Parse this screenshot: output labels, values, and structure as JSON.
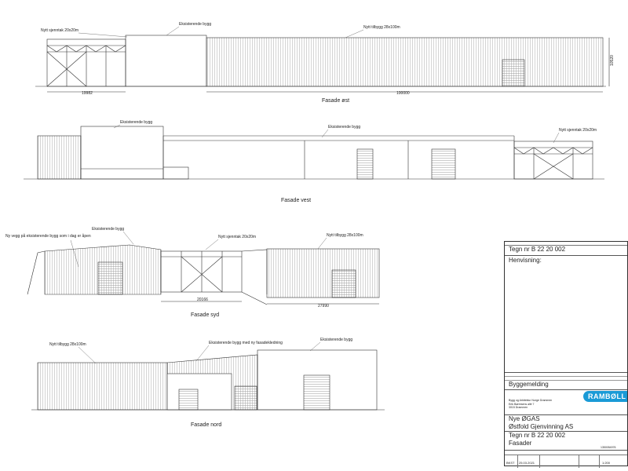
{
  "colors": {
    "line": "#333333",
    "hatch": "#9a9a9a",
    "logo_blue": "#1a9ad6"
  },
  "elevations": {
    "east": {
      "title": "Fasade øst",
      "label_roof": "Nytt sjenntak 20x20m",
      "label_existing": "Eksisterende bygg",
      "label_new": "Nytt tilbygg 28x100m",
      "dim_left": "19982",
      "dim_main": "100000",
      "dim_height": "10520"
    },
    "west": {
      "title": "Fasade vest",
      "label_existing_1": "Eksisterende bygg",
      "label_existing_2": "Eksisterende bygg",
      "label_roof": "Nytt sjenntak 20x20m"
    },
    "south": {
      "title": "Fasade syd",
      "label_wall": "Ny vegg på eksisterende bygg som i dag er åpen",
      "label_existing": "Eksisterende bygg",
      "label_roof": "Nytt sjenntak 20x20m",
      "label_new": "Nytt tilbygg 28x100m",
      "dim_1": "20166",
      "dim_2": "27990"
    },
    "north": {
      "title": "Fasade nord",
      "label_new": "Nytt tilbygg 28x100m",
      "label_cladding": "Eksisterende bygg med ny fasadekledning",
      "label_existing": "Eksisterende bygg"
    }
  },
  "title_block": {
    "drawing_no_top": "Tegn nr B 22 20 002",
    "reference_label": "Henvisning:",
    "status": "Byggemelding",
    "logo": "RAMBØLL",
    "company_lines": [
      "Bygg og Arkitektur Norge Drammen",
      "Erik Børresens allé 7",
      "3015 Drammen"
    ],
    "client": "Nye ØGAS",
    "project": "Østfold Gjenvinning AS",
    "drawing_no": "Tegn nr B 22 20 002",
    "drawing_title": "Fasader",
    "project_no": "1350054976",
    "drawn_by": "BKST",
    "date": "25.03.2021",
    "scale": "1:200"
  }
}
